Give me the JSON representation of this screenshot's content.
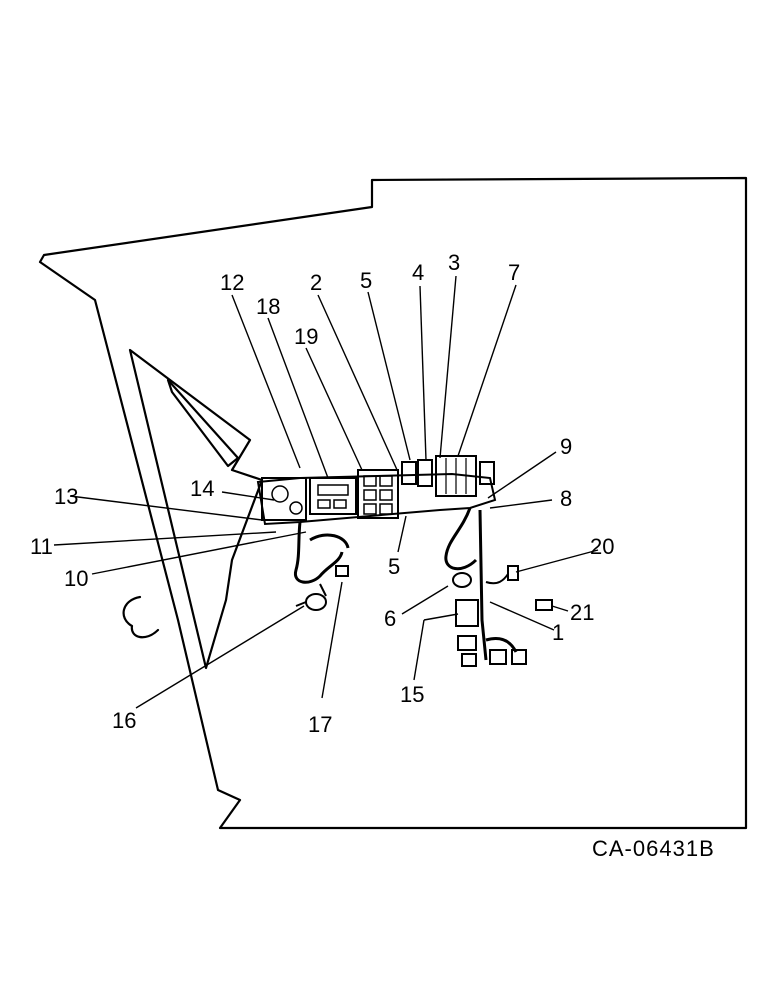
{
  "diagram": {
    "reference_code": "CA-06431B",
    "callouts": {
      "c1": "1",
      "c2": "2",
      "c3": "3",
      "c4": "4",
      "c5a": "5",
      "c5b": "5",
      "c6": "6",
      "c7": "7",
      "c8": "8",
      "c9": "9",
      "c10": "10",
      "c11": "11",
      "c12": "12",
      "c13": "13",
      "c14": "14",
      "c15": "15",
      "c16": "16",
      "c17": "17",
      "c18": "18",
      "c19": "19",
      "c20": "20",
      "c21": "21"
    }
  }
}
